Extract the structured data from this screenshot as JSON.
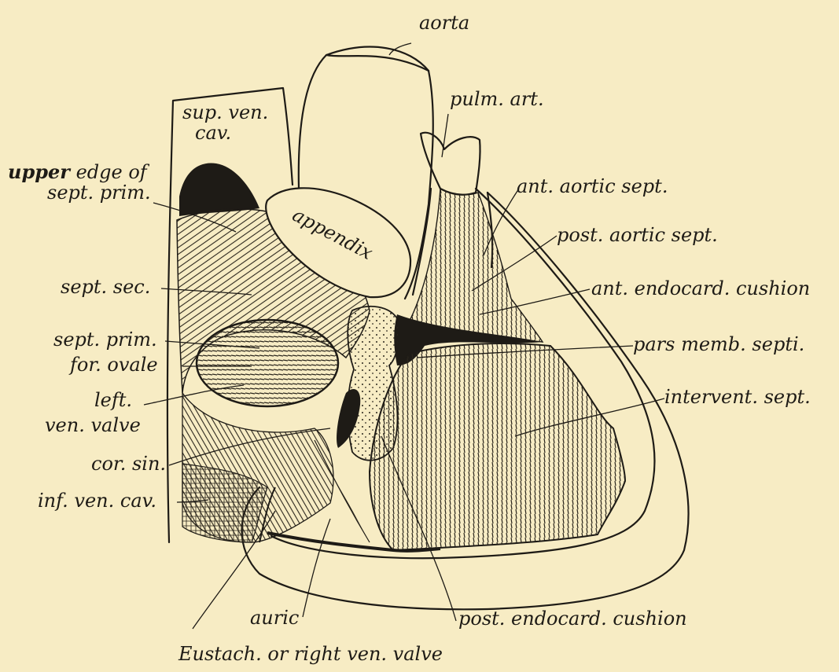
{
  "diagram": {
    "background_color": "#f7ecc4",
    "ink_color": "#1e1b16",
    "labels": {
      "aorta": "aorta",
      "pulm_art": "pulm. art.",
      "sup_ven_cav_1": "sup. ven.",
      "sup_ven_cav_2": "cav.",
      "upper_edge_1_bold": "upper",
      "upper_edge_1_rest": "edge of",
      "upper_edge_2": "sept. prim.",
      "appendix": "appendix",
      "ant_aortic_sept": "ant. aortic sept.",
      "post_aortic_sept": "post. aortic sept.",
      "sept_sec": "sept. sec.",
      "ant_endocard_cushion": "ant. endocard. cushion",
      "sept_prim": "sept. prim.",
      "pars_memb_septi": "pars memb. septi.",
      "for_ovale": "for. ovale",
      "left_ven_valve_1": "left.",
      "left_ven_valve_2": "ven. valve",
      "intervent_sept": "intervent. sept.",
      "cor_sin": "cor. sin.",
      "inf_ven_cav": "inf. ven. cav.",
      "auric": "auric",
      "post_endocard_cushion": "post. endocard. cushion",
      "eustach": "Eustach. or right ven. valve"
    }
  }
}
